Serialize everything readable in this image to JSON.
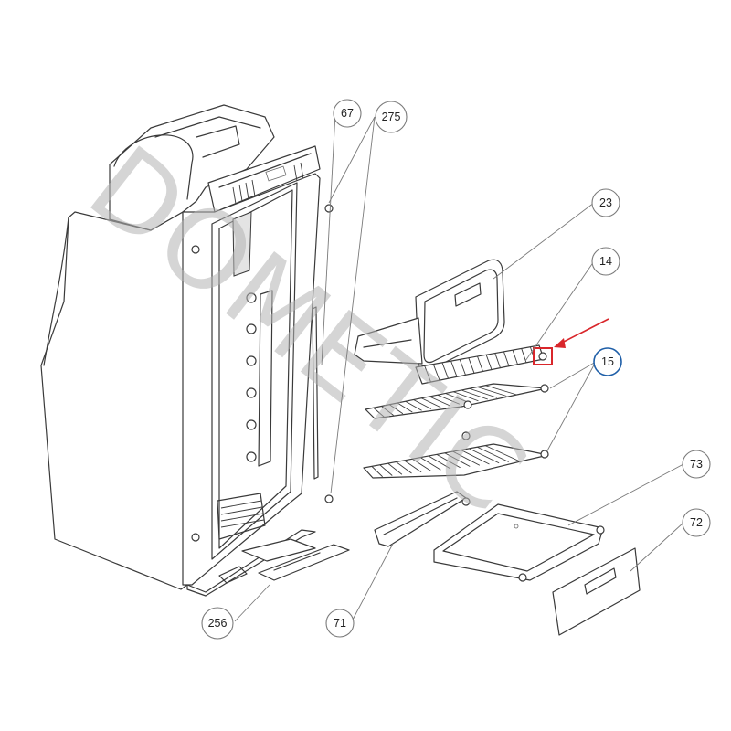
{
  "watermark": "DOMETIC",
  "callouts": [
    {
      "label": "67",
      "highlight": false
    },
    {
      "label": "275",
      "highlight": false
    },
    {
      "label": "23",
      "highlight": false
    },
    {
      "label": "14",
      "highlight": false
    },
    {
      "label": "15",
      "highlight": true
    },
    {
      "label": "73",
      "highlight": false
    },
    {
      "label": "72",
      "highlight": false
    },
    {
      "label": "71",
      "highlight": false
    },
    {
      "label": "256",
      "highlight": false
    }
  ],
  "colors": {
    "highlight_box": "#d9262b",
    "arrow": "#d9262b",
    "highlight_circle": "#1f5fa8",
    "watermark": "#b3b3b3"
  }
}
